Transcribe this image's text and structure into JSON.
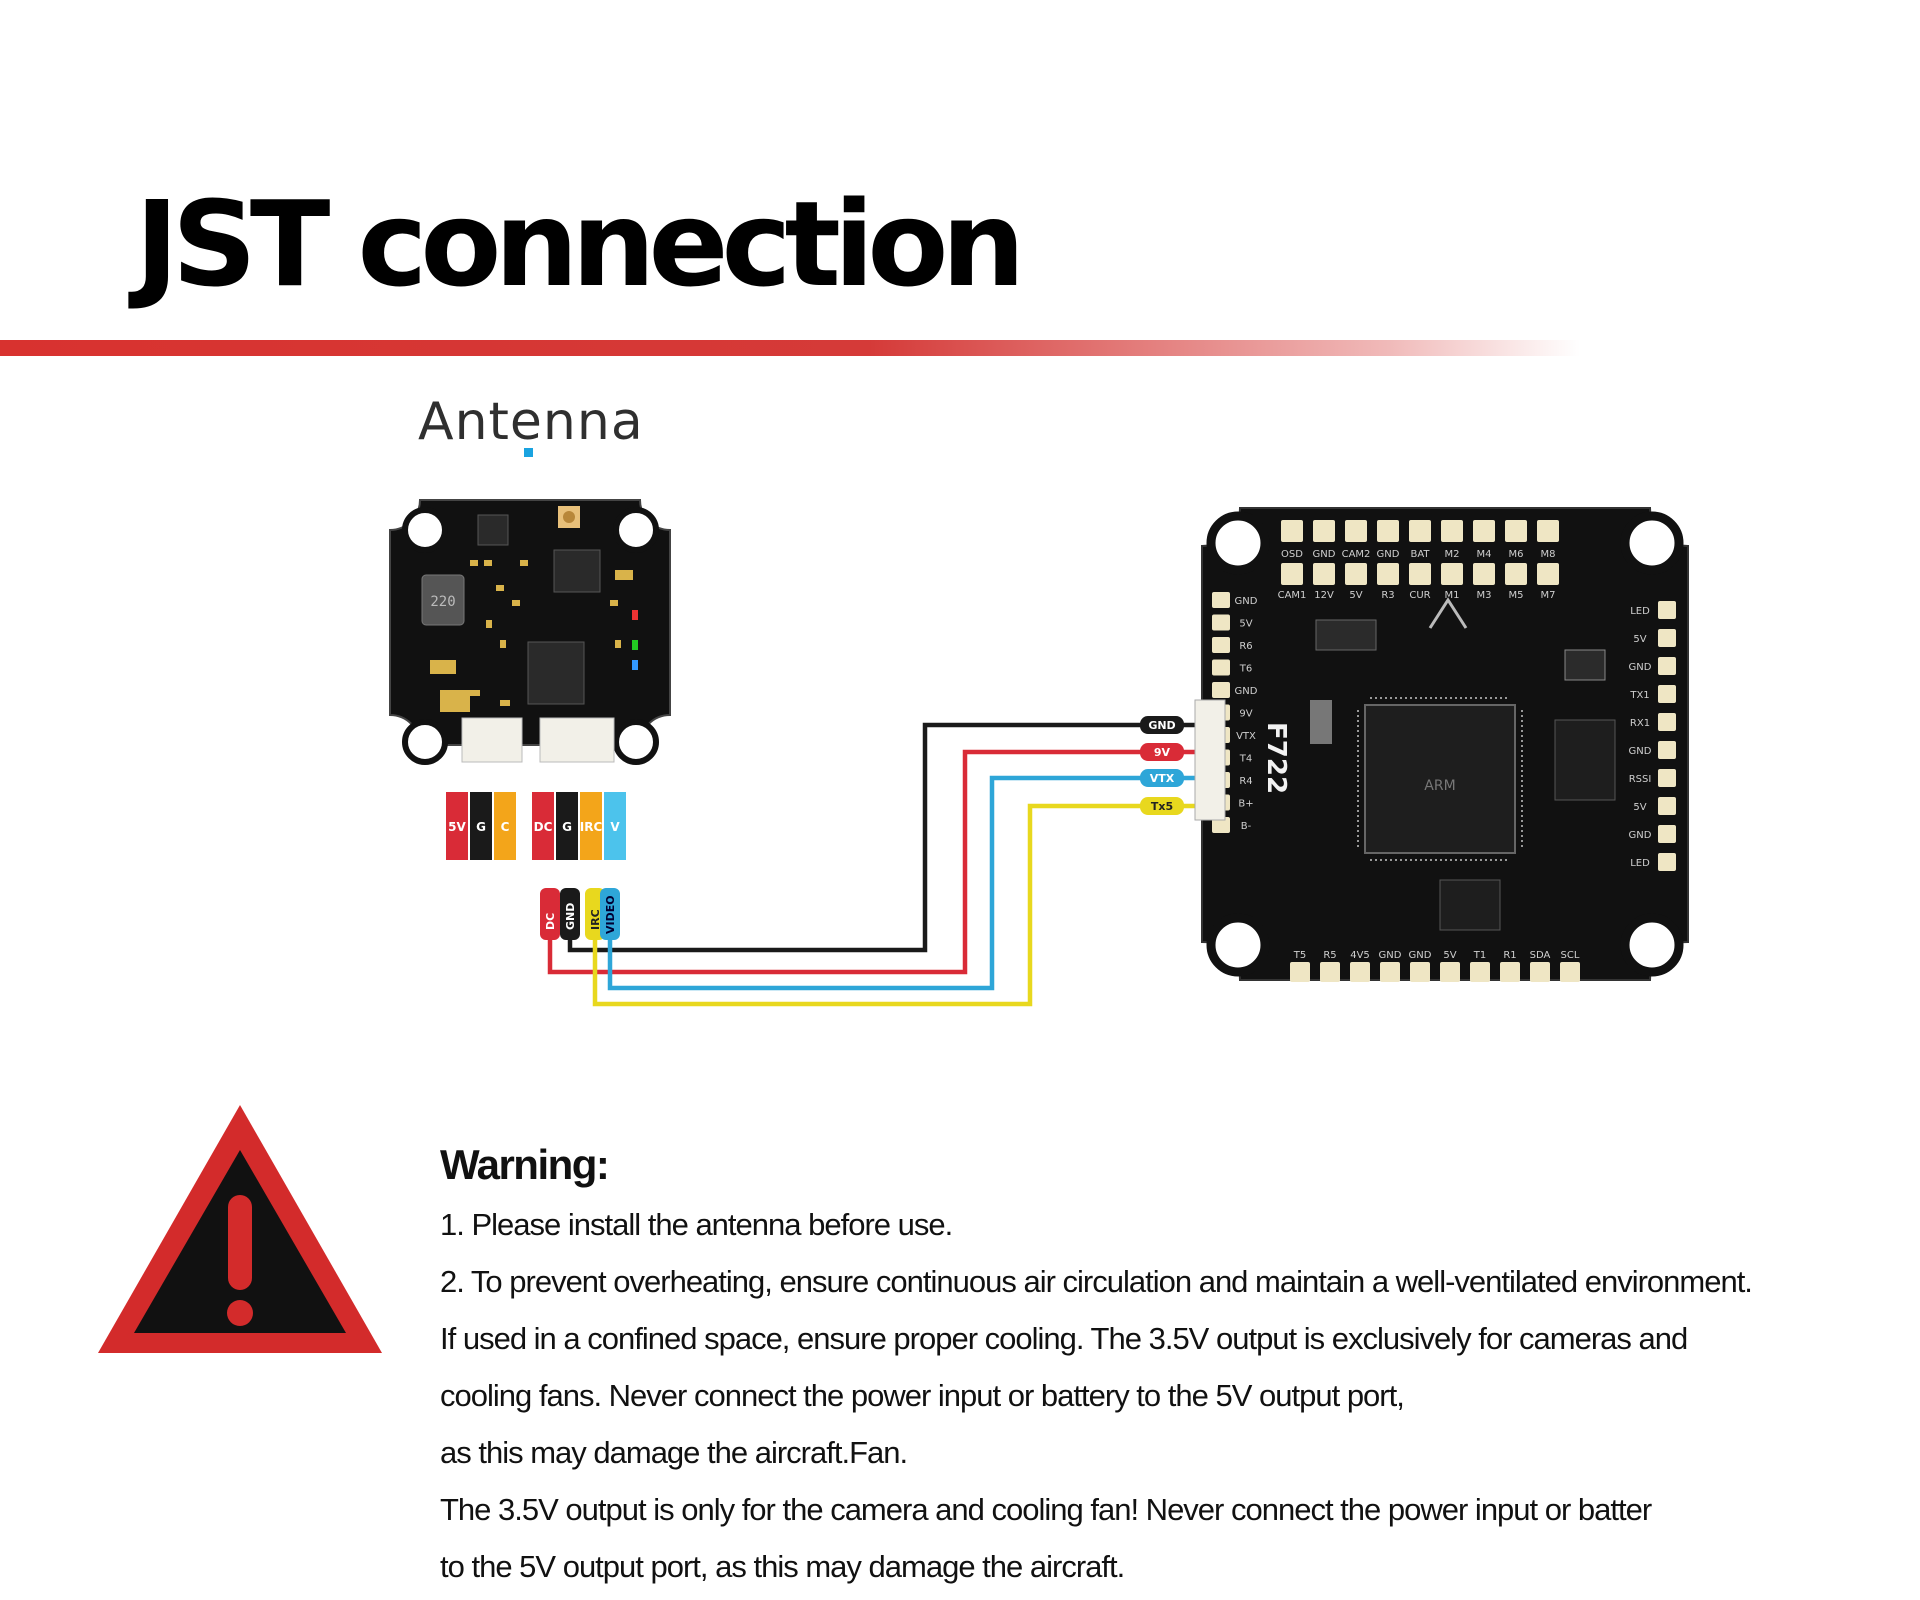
{
  "title": "JST connection",
  "antenna_label": "Antenna",
  "vtx": {
    "inductor_label": "220",
    "pins_left": [
      "5V",
      "G",
      "C"
    ],
    "pins_right": [
      "DC",
      "G",
      "IRC",
      "V"
    ]
  },
  "plug_labels": [
    "DC",
    "GND",
    "IRC",
    "VIDEO"
  ],
  "wire_labels": [
    "GND",
    "9V",
    "VTX",
    "Tx5"
  ],
  "wire_colors": {
    "gnd": "#1a1a1a",
    "power": "#d92b37",
    "vtx": "#2ea6d8",
    "tx": "#e8d81e"
  },
  "fc": {
    "chip_label": "F722",
    "top_pads_row1": [
      "OSD",
      "GND",
      "CAM2",
      "GND",
      "BAT",
      "M2",
      "M4",
      "M6",
      "M8"
    ],
    "top_pads_row2": [
      "CAM1",
      "12V",
      "5V",
      "R3",
      "CUR",
      "M1",
      "M3",
      "M5",
      "M7"
    ],
    "left_pads": [
      "GND",
      "5V",
      "R6",
      "T6",
      "GND",
      "9V",
      "VTX",
      "T4",
      "R4",
      "B+",
      "B-"
    ],
    "right_pads": [
      "LED",
      "5V",
      "GND",
      "TX1",
      "RX1",
      "GND",
      "RSSI",
      "5V",
      "GND",
      "LED"
    ],
    "bottom_pads": [
      "T5",
      "R5",
      "4V5",
      "GND",
      "GND",
      "5V",
      "T1",
      "R1",
      "SDA",
      "SCL"
    ]
  },
  "warning": {
    "title": "Warning:",
    "lines": [
      "1. Please install the antenna before use.",
      "2. To prevent overheating, ensure continuous air circulation and maintain a well-ventilated environment.",
      "If used in a confined space, ensure proper cooling. The 3.5V output is exclusively for cameras and",
      "cooling fans. Never connect the power input or battery to the 5V output port,",
      "as this may damage the aircraft.Fan.",
      "The 3.5V output is only for the camera and cooling fan! Never connect the power input or batter",
      "to the 5V output port, as this may damage the aircraft."
    ]
  },
  "accent_color": "#d8322f"
}
